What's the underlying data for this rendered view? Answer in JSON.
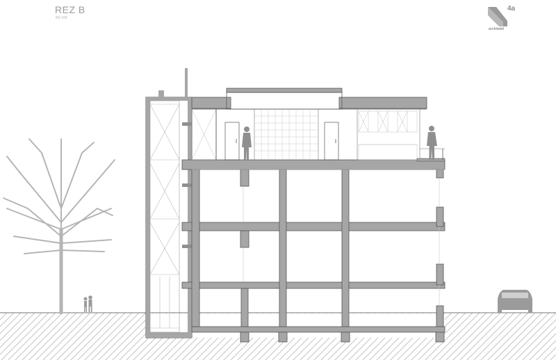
{
  "sheet": {
    "title": "REZ B",
    "scale": "M1:100"
  },
  "logo": {
    "number": "4a",
    "text": "architekti"
  },
  "colors": {
    "structure": "#a6a6a6",
    "structure_dark": "#8f8f8f",
    "line": "#555555",
    "light_line": "#c8c8c8",
    "entourage": "#9b9b9b",
    "hatch": "#c4c4c4"
  }
}
